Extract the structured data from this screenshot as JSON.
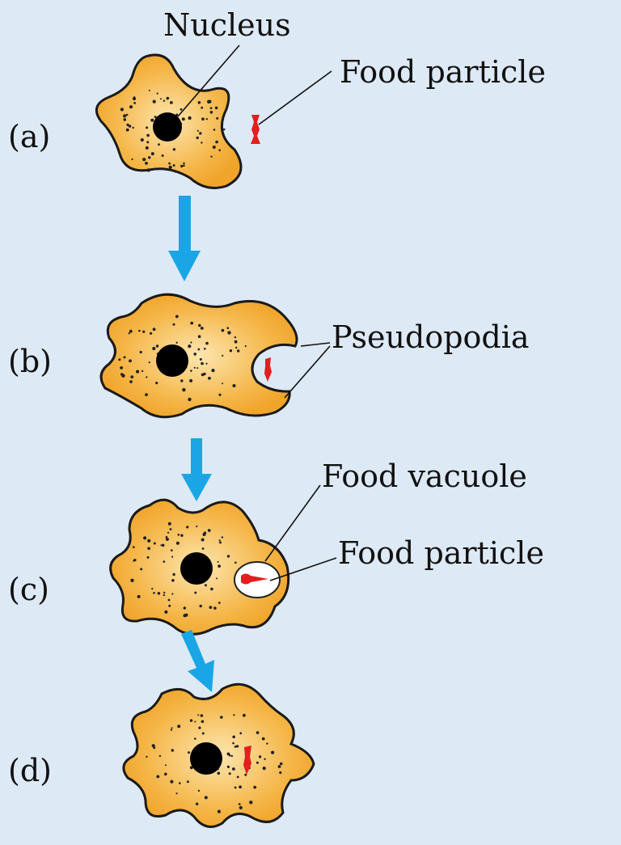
{
  "labels": {
    "nucleus": "Nucleus",
    "food_particle_a": "Food particle",
    "pseudopodia": "Pseudopodia",
    "food_vacuole": "Food vacuole",
    "food_particle_c": "Food particle"
  },
  "stages": [
    "(a)",
    "(b)",
    "(c)",
    "(d)"
  ],
  "colors": {
    "background": "#dde9f5",
    "cell_outer": "#f0a42a",
    "cell_inner": "#fde6b0",
    "arrow": "#1aa6e6",
    "food": "#e41e1e"
  }
}
